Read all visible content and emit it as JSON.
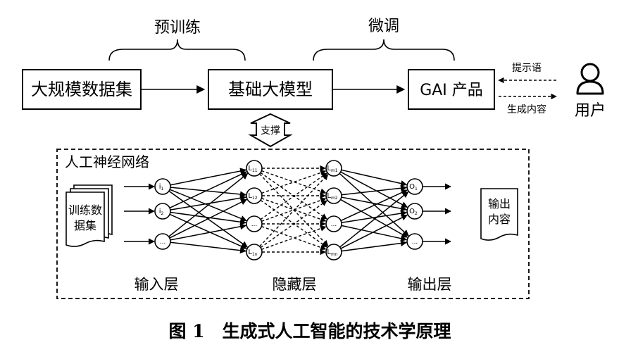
{
  "top": {
    "pretrain_label": "预训练",
    "finetune_label": "微调",
    "box_data": "大规模数据集",
    "box_model": "基础大模型",
    "box_product": "GAI 产品",
    "prompt_label": "提示语",
    "generated_label": "生成内容",
    "user_label": "用户",
    "support_label": "支撑"
  },
  "network": {
    "title": "人工神经网络",
    "training_data": [
      "训练数",
      "据集"
    ],
    "output_content": [
      "输出",
      "内容"
    ],
    "input_nodes": [
      {
        "main": "i",
        "sub": "1"
      },
      {
        "main": "i",
        "sub": "2"
      },
      {
        "main": "...",
        "sub": ""
      }
    ],
    "hidden1_nodes": [
      {
        "main": "L",
        "sub": "11"
      },
      {
        "main": "L",
        "sub": "12"
      },
      {
        "main": "...",
        "sub": ""
      },
      {
        "main": "L",
        "sub": "1n"
      }
    ],
    "hidden2_nodes": [
      {
        "main": "L",
        "sub": "m1"
      },
      {
        "main": "L",
        "sub": "m2"
      },
      {
        "main": "...",
        "sub": ""
      },
      {
        "main": "L",
        "sub": "mn"
      }
    ],
    "output_nodes": [
      {
        "main": "O",
        "sub": "1"
      },
      {
        "main": "O",
        "sub": "2"
      },
      {
        "main": "...",
        "sub": ""
      }
    ],
    "input_layer_label": "输入层",
    "hidden_layer_label": "隐藏层",
    "output_layer_label": "输出层"
  },
  "caption": "图 1　生成式人工智能的技术学原理"
}
